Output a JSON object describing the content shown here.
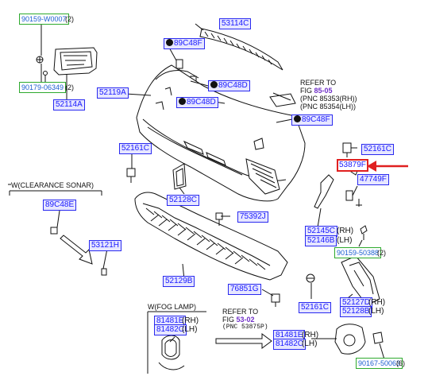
{
  "labels": {
    "p90159_w0007": "90159-W0007",
    "p90159_w0007_qty": "(2)",
    "p53114c": "53114C",
    "p89c48f_top": "89C48F",
    "p90179_06349": "90179-06349",
    "p90179_06349_qty": "(2)",
    "p52114a": "52114A",
    "p52119a": "52119A",
    "p89c48d_a": "89C48D",
    "p89c48d_b": "89C48D",
    "p89c48f_right": "89C48F",
    "p52161c_left": "52161C",
    "p52161c_right": "52161C",
    "p53879f": "53879F",
    "p47749f": "47749F",
    "p52128c": "52128C",
    "p89c48e": "89C48E",
    "p75392j": "75392J",
    "p53121h": "53121H",
    "p52145c": "52145C",
    "p52145c_side": "(RH)",
    "p52146b": "52146B",
    "p52146b_side": "(LH)",
    "p90159_50388": "90159-50388",
    "p90159_50388_qty": "(2)",
    "p52129b": "52129B",
    "p76851g": "76851G",
    "p52161c_low": "52161C",
    "p52127d": "52127D",
    "p52127d_side": "(RH)",
    "p52128b": "52128B",
    "p52128b_side": "(LH)",
    "p81481e_a": "81481E",
    "p81481e_a_side": "(RH)",
    "p81482c_a": "81482C",
    "p81482c_a_side": "(LH)",
    "p81481e_b": "81481E",
    "p81481e_b_side": "(RH)",
    "p81482c_b": "81482C",
    "p81482c_b_side": "(LH)",
    "p90167_50063": "90167-50063",
    "p90167_50063_qty": "(6)"
  },
  "notes": {
    "refer_top": {
      "line1": "REFER TO",
      "fig_prefix": "FIG ",
      "fig_ref": "85-05",
      "line3": "(PNC 85353(RH))",
      "line4": "(PNC 85354(LH))"
    },
    "refer_bottom": {
      "line1": "REFER TO",
      "fig_prefix": "FIG ",
      "fig_ref": "53-02",
      "line3": "(PNC 53875P)"
    },
    "clearance_sonar": "W(CLEARANCE SONAR)",
    "fog_lamp": "W(FOG LAMP)"
  },
  "colors": {
    "label_text": "#1a1aff",
    "label_border": "#2a2af0",
    "label_fill": "#e6e6ff",
    "green_border": "#2eaa2e",
    "highlight": "#e02020",
    "fig_ref": "#7030c8"
  }
}
